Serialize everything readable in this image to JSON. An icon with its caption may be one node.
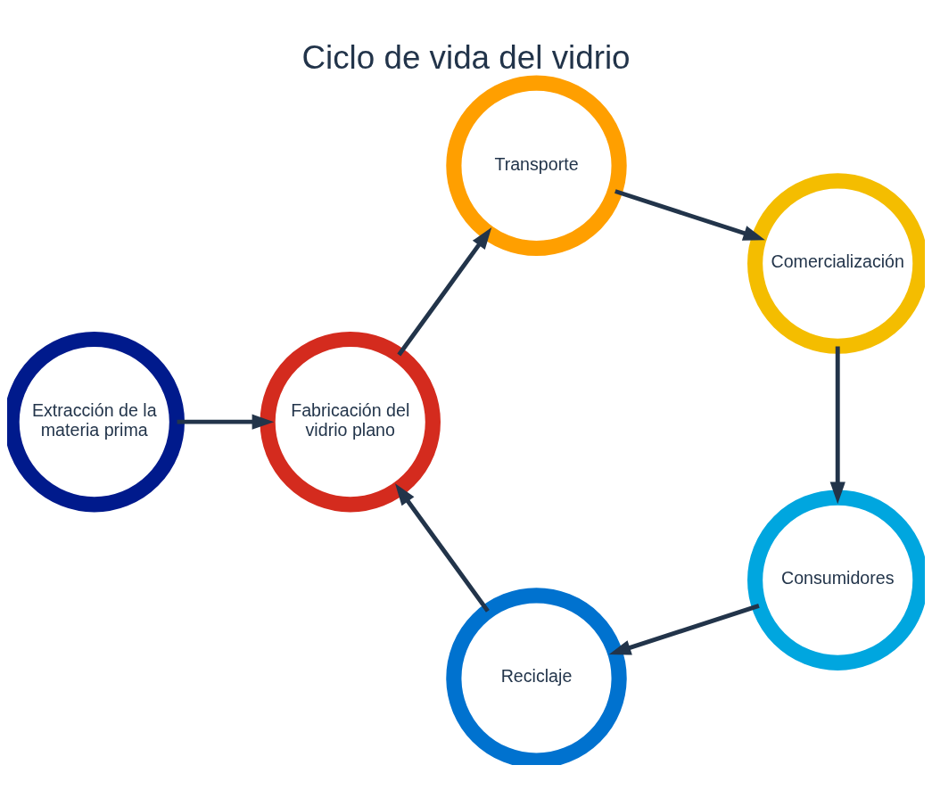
{
  "diagram": {
    "title": "Ciclo de vida del vidrio",
    "nodes": [
      {
        "text": [
          "Extracción de la materia prima"
        ]
      },
      {
        "text": [
          "Fabricación del vidrio plano"
        ]
      },
      {
        "text": [
          "Transporte"
        ]
      },
      {
        "text": [
          "Comercialización"
        ]
      },
      {
        "text": [
          "Consumidores"
        ]
      },
      {
        "text": [
          "Reciclaje"
        ]
      }
    ],
    "edges": [
      {
        "from": 0,
        "to": 1,
        "arrow": "to"
      },
      {
        "from": 1,
        "to": 2,
        "arrow": "to"
      },
      {
        "from": 2,
        "to": 3,
        "arrow": "to"
      },
      {
        "from": 3,
        "to": 4,
        "arrow": "to"
      },
      {
        "from": 4,
        "to": 5,
        "arrow": "to"
      },
      {
        "from": 5,
        "to": 1,
        "arrow": "to"
      }
    ]
  }
}
